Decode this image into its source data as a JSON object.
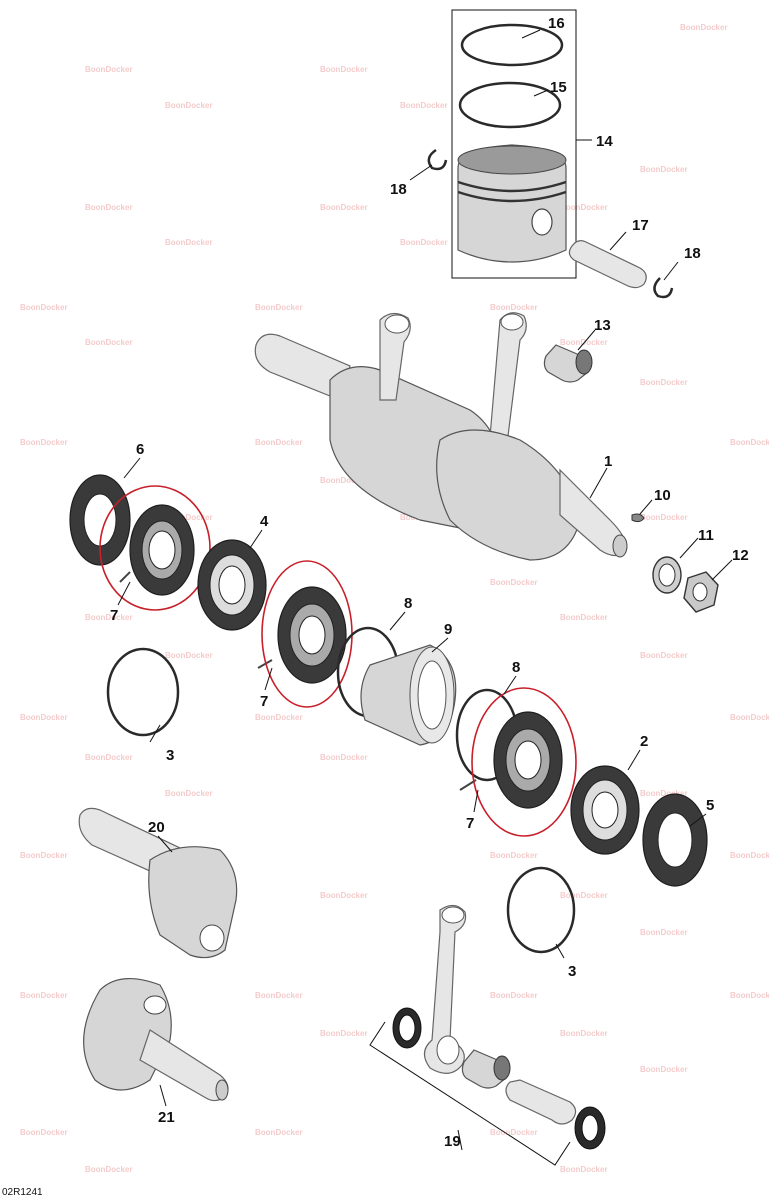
{
  "figure_id": "02R1241",
  "watermark": "BoonDocker",
  "callouts": [
    "1",
    "2",
    "3",
    "3",
    "4",
    "5",
    "6",
    "7",
    "7",
    "7",
    "8",
    "8",
    "9",
    "10",
    "11",
    "12",
    "13",
    "14",
    "15",
    "16",
    "17",
    "18",
    "18",
    "19",
    "20",
    "21"
  ],
  "highlight_color": "#c8202a"
}
